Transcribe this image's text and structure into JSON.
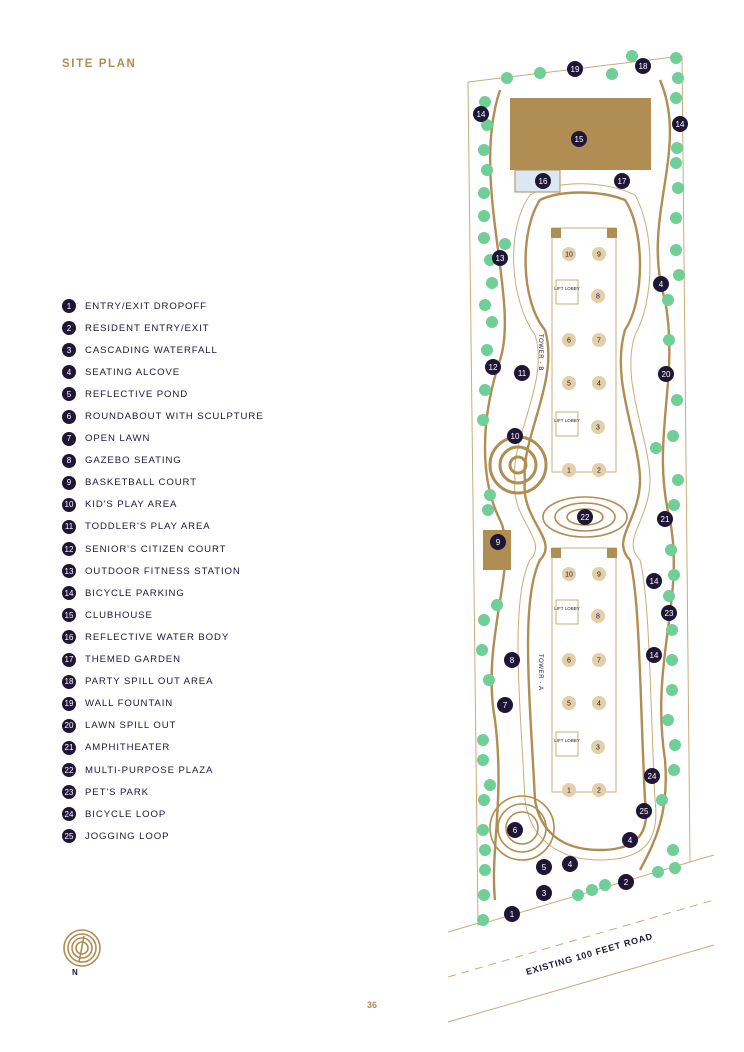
{
  "title": "SITE PLAN",
  "page_number": "36",
  "north_label": "N",
  "legend": [
    {
      "num": "1",
      "label": "ENTRY/EXIT DROPOFF"
    },
    {
      "num": "2",
      "label": "RESIDENT ENTRY/EXIT"
    },
    {
      "num": "3",
      "label": "CASCADING WATERFALL"
    },
    {
      "num": "4",
      "label": "SEATING ALCOVE"
    },
    {
      "num": "5",
      "label": "REFLECTIVE POND"
    },
    {
      "num": "6",
      "label": "ROUNDABOUT WITH SCULPTURE"
    },
    {
      "num": "7",
      "label": "OPEN LAWN"
    },
    {
      "num": "8",
      "label": "GAZEBO SEATING"
    },
    {
      "num": "9",
      "label": "BASKETBALL COURT"
    },
    {
      "num": "10",
      "label": "KID'S PLAY AREA"
    },
    {
      "num": "11",
      "label": "TODDLER'S PLAY AREA"
    },
    {
      "num": "12",
      "label": "SENIOR'S CITIZEN COURT"
    },
    {
      "num": "13",
      "label": "OUTDOOR FITNESS STATION"
    },
    {
      "num": "14",
      "label": "BICYCLE PARKING"
    },
    {
      "num": "15",
      "label": "CLUBHOUSE"
    },
    {
      "num": "16",
      "label": "REFLECTIVE WATER BODY"
    },
    {
      "num": "17",
      "label": "THEMED GARDEN"
    },
    {
      "num": "18",
      "label": "PARTY SPILL OUT AREA"
    },
    {
      "num": "19",
      "label": "WALL FOUNTAIN"
    },
    {
      "num": "20",
      "label": "LAWN SPILL OUT"
    },
    {
      "num": "21",
      "label": "AMPHITHEATER"
    },
    {
      "num": "22",
      "label": "MULTI-PURPOSE PLAZA"
    },
    {
      "num": "23",
      "label": "PET'S PARK"
    },
    {
      "num": "24",
      "label": "BICYCLE LOOP"
    },
    {
      "num": "25",
      "label": "JOGGING LOOP"
    }
  ],
  "map": {
    "road_label": "EXISTING 100 FEET ROAD",
    "markers": [
      "19",
      "18",
      "14",
      "14",
      "15",
      "16",
      "17",
      "13",
      "4",
      "12",
      "11",
      "20",
      "10",
      "22",
      "21",
      "9",
      "14",
      "23",
      "14",
      "8",
      "7",
      "24",
      "25",
      "6",
      "4",
      "5",
      "4",
      "2",
      "3",
      "1"
    ],
    "towers": [
      {
        "label": "TOWER - B",
        "lift_lobby": "LIFT LOBBY",
        "units": [
          "10",
          "9",
          "8",
          "6",
          "7",
          "5",
          "4",
          "3",
          "1",
          "2"
        ]
      },
      {
        "label": "TOWER - A",
        "lift_lobby": "LIFT LOBBY",
        "units": [
          "10",
          "9",
          "8",
          "6",
          "7",
          "5",
          "4",
          "3",
          "1",
          "2"
        ]
      }
    ]
  },
  "colors": {
    "gold": "#b08d52",
    "navy": "#1f1636",
    "tree": "#6fcf97",
    "unit": "#e3cfa8"
  }
}
